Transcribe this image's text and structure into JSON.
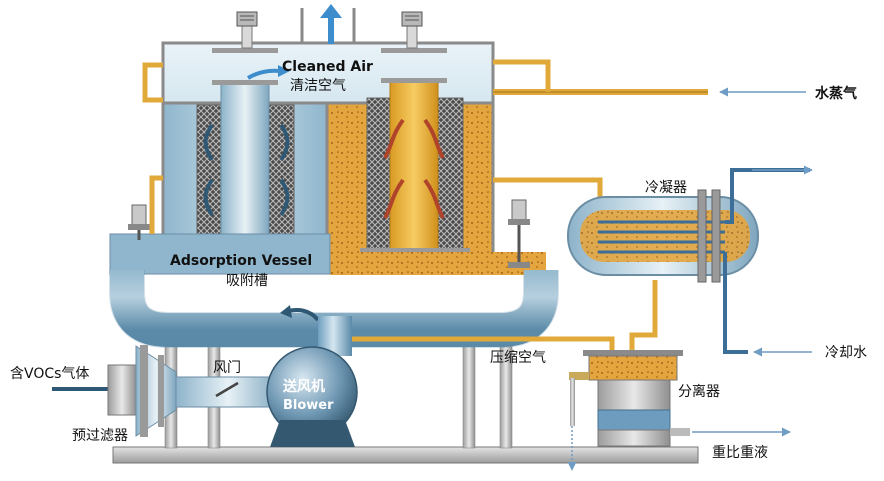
{
  "labels": {
    "cleaned_air_en": "Cleaned Air",
    "cleaned_air_cn": "清洁空气",
    "steam": "水蒸气",
    "condenser": "冷凝器",
    "adsorption_vessel_en": "Adsorption Vessel",
    "adsorption_vessel_cn": "吸附槽",
    "voc_gas": "含VOCs气体",
    "prefilter": "预过滤器",
    "damper": "风门",
    "blower_cn": "送风机",
    "blower_en": "Blower",
    "compressed_air": "压缩空气",
    "separator": "分离器",
    "heavy_liquid": "重比重液",
    "cooling_water": "冷却水"
  },
  "colors": {
    "vessel_blue": "#7fa9c4",
    "pipe_blue": "#6f9fbf",
    "steam_orange": "#e0a93a",
    "frame_gray": "#b9b9b9",
    "arrow_blue": "#4a7fa8"
  }
}
